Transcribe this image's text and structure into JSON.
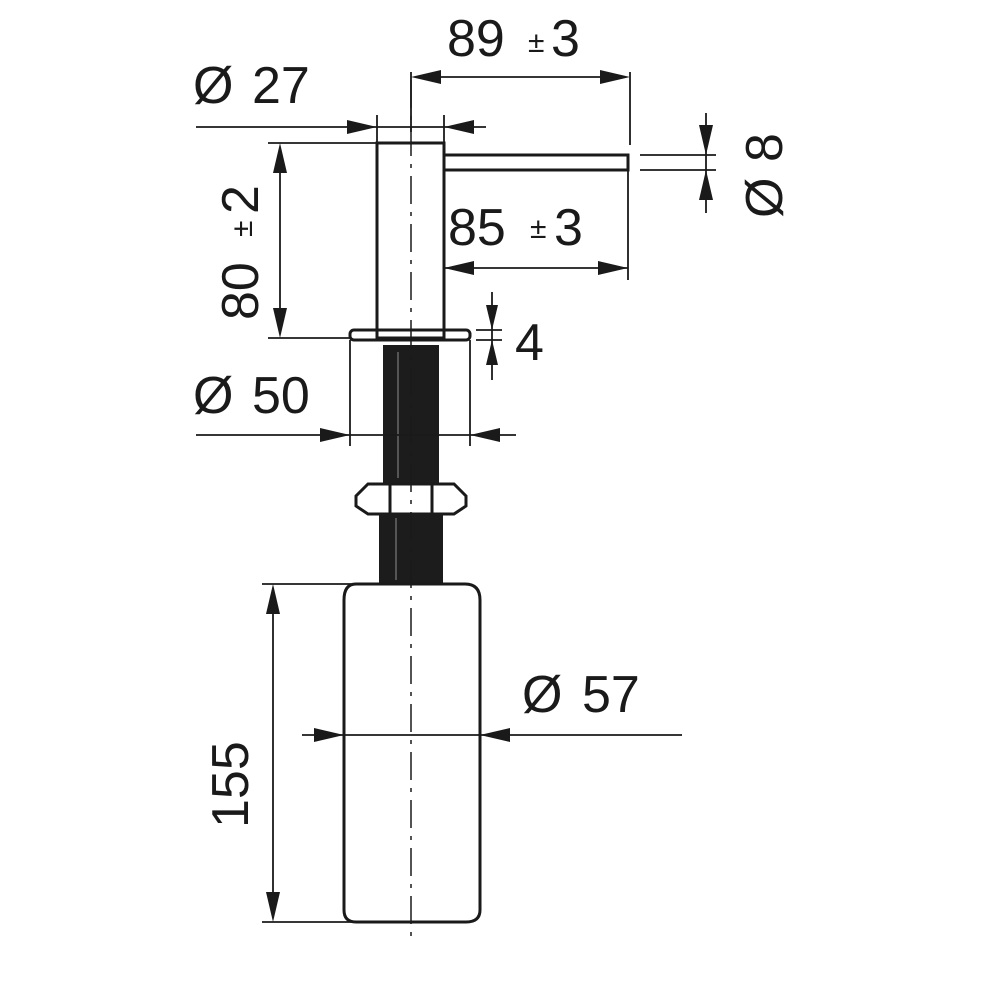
{
  "dimensions": {
    "spout_length_outer": {
      "value": "89",
      "tolerance": "±",
      "tol_value": "3"
    },
    "spout_length_inner": {
      "value": "85",
      "tolerance": "±",
      "tol_value": "3"
    },
    "head_diameter": {
      "symbol": "Ø",
      "value": "27"
    },
    "spout_diameter": {
      "symbol": "Ø",
      "value": "8"
    },
    "head_height": {
      "value": "80",
      "tolerance": "±",
      "tol_value": "2"
    },
    "flange_thickness": {
      "value": "4"
    },
    "flange_diameter": {
      "symbol": "Ø",
      "value": "50"
    },
    "bottle_diameter": {
      "symbol": "Ø",
      "value": "57"
    },
    "bottle_height": {
      "value": "155"
    }
  }
}
